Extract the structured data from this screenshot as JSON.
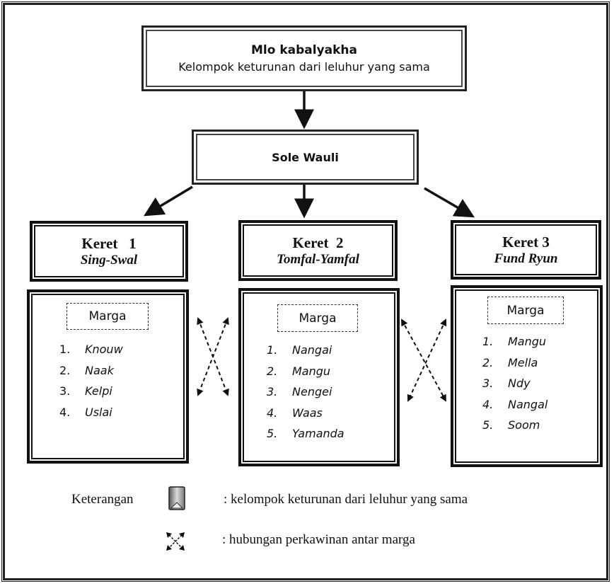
{
  "root": {
    "title": "Mlo kabalyakha",
    "subtitle": "Kelompok keturunan dari leluhur yang sama"
  },
  "middle": {
    "title": "Sole Wauli"
  },
  "kerets": [
    {
      "title": "Keret   1",
      "name": "Sing-Swal",
      "marga_label": "Marga",
      "clans": [
        {
          "num": "1.",
          "name": "Knouw"
        },
        {
          "num": "2.",
          "name": "Naak"
        },
        {
          "num": "3.",
          "name": "Kelpi"
        },
        {
          "num": "4.",
          "name": "Uslai"
        }
      ]
    },
    {
      "title": "Keret  2",
      "name": "Tomfal-Yamfal",
      "marga_label": "Marga",
      "clans": [
        {
          "num": "1.",
          "name": "Nangai"
        },
        {
          "num": "2.",
          "name": "Mangu"
        },
        {
          "num": "3.",
          "name": "Nengei"
        },
        {
          "num": "4.",
          "name": "Waas"
        },
        {
          "num": "5.",
          "name": "Yamanda"
        }
      ]
    },
    {
      "title": "Keret 3",
      "name": "Fund Ryun",
      "marga_label": "Marga",
      "clans": [
        {
          "num": "1.",
          "name": "Mangu"
        },
        {
          "num": "2.",
          "name": "Mella"
        },
        {
          "num": "3.",
          "name": "Ndy"
        },
        {
          "num": "4.",
          "name": "Nangal"
        },
        {
          "num": "5.",
          "name": "Soom"
        }
      ]
    }
  ],
  "legend": {
    "title": "Keterangan",
    "items": [
      {
        "icon": "box-icon",
        "text": ": kelompok keturunan dari leluhur yang sama"
      },
      {
        "icon": "cross-arrows-icon",
        "text": ": hubungan perkawinan antar marga"
      }
    ]
  }
}
